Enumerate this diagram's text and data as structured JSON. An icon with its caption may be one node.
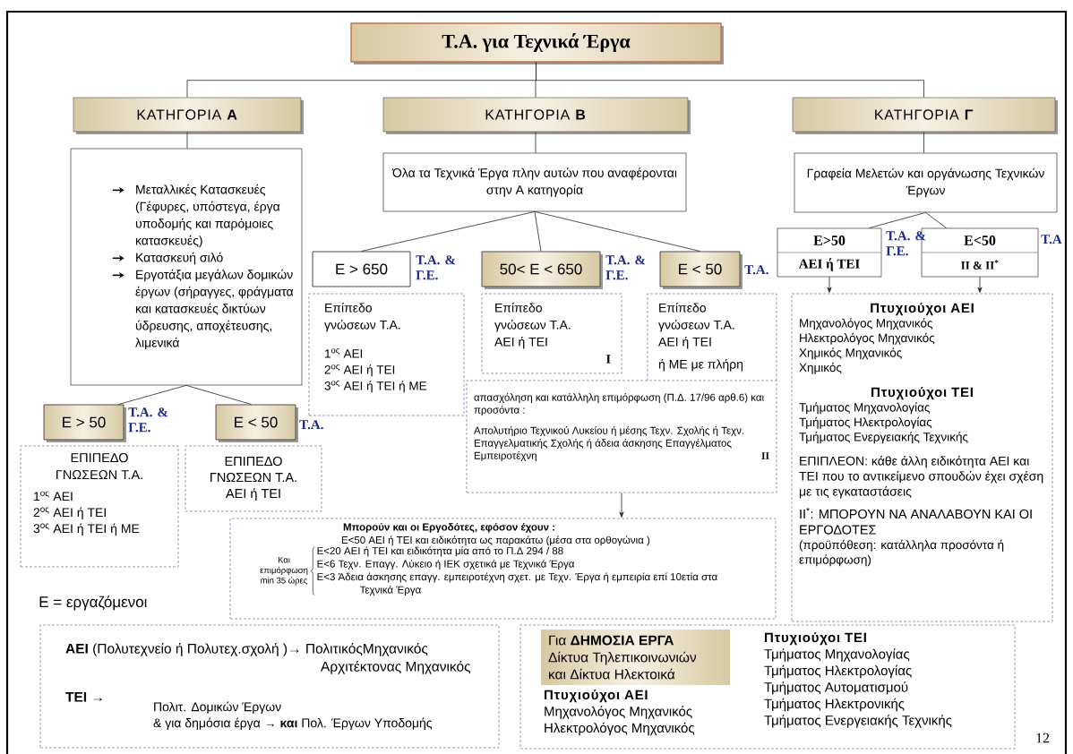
{
  "diagram": {
    "nodes": [
      {
        "text": [
          "Τ.Α. για Τεχνικά Έργα"
        ]
      },
      {
        "text": [
          "ΚΑΤΗΓΟΡΙΑ **Α**"
        ]
      },
      {
        "text": [
          "ΚΑΤΗΓΟΡΙΑ **Β**"
        ]
      },
      {
        "text": [
          "ΚΑΤΗΓΟΡΙΑ **Γ**"
        ]
      },
      {
        "text": [
          "Μεταλλικές Κατασκευές (Γέφυρες, υπόστεγα, έργα υποδομής και παρόμοιες κατασκευές)",
          "Κατασκευή σιλό",
          "Εργοτάξια μεγάλων δομικών έργων (σήραγγες, φράγματα και κατασκευές δικτύων ύδρευσης, αποχέτευσης, λιμενικά"
        ]
      },
      {
        "text": [
          "Όλα τα Τεχνικά Έργα πλην αυτών που αναφέρονται στην Α κατηγορία"
        ]
      },
      {
        "text": [
          "Γραφεία Μελετών και οργάνωσης Τεχνικών Έργων"
        ]
      },
      {
        "text": [
          "Ε > 650"
        ],
        "beside": [
          "Τ.Α. & Γ.Ε."
        ]
      },
      {
        "text": [
          "50< Ε < 650"
        ],
        "beside": [
          "Τ.Α. & Γ.Ε."
        ]
      },
      {
        "text": [
          "Ε < 50"
        ],
        "beside": [
          "Τ.Α."
        ]
      },
      {
        "text": [
          "Επίπεδο γνώσεων Τ.Α.",
          "1$^{ος}$ ΑΕΙ",
          "2$^{ος}$ ΑΕΙ ή ΤΕΙ",
          "3$^{ος}$ ΑΕΙ ή ΤΕΙ ή ΜΕ"
        ]
      },
      {
        "text": [
          "Επίπεδο γνώσεων Τ.Α. ΑΕΙ ή ΤΕΙ",
          "Ι"
        ]
      },
      {
        "text": [
          "Επίπεδο γνώσεων Τ.Α. ΑΕΙ ή ΤΕΙ",
          "ή ΜΕ με πλήρη"
        ]
      },
      {
        "text": [
          "απασχόληση και κατάλληλη επιμόρφωση (Π.Δ. 17/96 αρθ.6) και προσόντα :",
          "Απολυτήριο Τεχνικού Λυκείου ή μέσης Τεχν. Σχολής ή Τεχν. Επαγγελματικής Σχολής ή άδεια άσκησης Επαγγέλματος Εμπειροτέχνη",
          "ΙΙ"
        ]
      },
      {
        "text": [
          "Μπορούν και οι Εργοδότες, εφόσον έχουν :",
          "Ε<50 ΑΕΙ ή ΤΕΙ και ειδικότητα ως παρακάτω (μέσα στα ορθογώνια )",
          "Και επιμόρφωση min 35 ώρες",
          "Ε<20 ΑΕΙ ή ΤΕΙ και ειδικότητα μία από το Π.Δ 294 / 88",
          "Ε<6 Τεχν. Επαγγ. Λύκειο ή ΙΕΚ σχετικά με Τεχνικά Έργα",
          "Ε<3 Άδεια άσκησης επαγγ. εμπειροτέχνη σχετ. με Τεχν. Έργα ή εμπειρία επί 10ετία στα Τεχνικά Έργα"
        ]
      },
      {
        "text": [
          "Ε > 50"
        ],
        "beside": [
          "Τ.Α. & Γ.Ε."
        ]
      },
      {
        "text": [
          "Ε < 50"
        ],
        "beside": [
          "Τ.Α."
        ]
      },
      {
        "text": [
          "ΕΠΙΠΕΔΟ ΓΝΩΣΕΩΝ Τ.Α.",
          "1$^{ος}$ ΑΕΙ",
          "2$^{ος}$ ΑΕΙ ή ΤΕΙ",
          "3$^{ος}$ ΑΕΙ ή ΤΕΙ ή ΜΕ"
        ]
      },
      {
        "text": [
          "ΕΠΙΠΕΔΟ ΓΝΩΣΕΩΝ Τ.Α. ΑΕΙ ή ΤΕΙ"
        ]
      },
      {
        "text": [
          "Ε>50",
          "ΑΕΙ ή ΤΕΙ"
        ],
        "beside": [
          "Τ.Α. & Γ.Ε."
        ]
      },
      {
        "text": [
          "Ε<50",
          "ΙΙ & ΙΙ$^{*}$"
        ],
        "beside": [
          "Τ.Α"
        ]
      },
      {
        "text": [
          "Πτυχιούχοι ΑΕΙ",
          "Μηχανολόγος Μηχανικός",
          "Ηλεκτρολόγος Μηχανικός",
          "Χημικός Μηχανικός",
          "Χημικός",
          "Πτυχιούχοι ΤΕΙ",
          "Τμήματος Μηχανολογίας",
          "Τμήματος Ηλεκτρολογίας",
          "Τμήματος Ενεργειακής Τεχνικής",
          "ΕΠΙΠΛΕΟΝ: κάθε άλλη ειδικότητα ΑΕΙ και ΤΕΙ που το αντικείμενο σπουδών έχει σχέση με τις εγκαταστάσεις",
          "ΙΙ$^{*}$: ΜΠΟΡΟΥΝ ΝΑ ΑΝΑΛΑΒΟΥΝ ΚΑΙ ΟΙ ΕΡΓΟΔΟΤΕΣ",
          "(προϋπόθεση: κατάλληλα προσόντα ή επιμόρφωση)"
        ]
      },
      {
        "text": [
          "**ΑΕΙ** (Πολυτεχνείο ή Πολυτεχ.σχολή )→ ΠολιτικόςΜηχανικός",
          "Αρχιτέκτονας Μηχανικός",
          "**ΤΕΙ** →",
          "Πολιτ. Δομικών Έργων",
          "& για δημόσια έργα → **και** Πολ. Έργων Υποδομής"
        ]
      },
      {
        "text": [
          "Πτυχιούχοι ΑΕΙ",
          "Μηχανολόγος Μηχανικός",
          "Ηλεκτρολόγος Μηχανικός",
          "Πτυχιούχοι ΤΕΙ",
          "Τμήματος Μηχανολογίας",
          "Τμήματος Ηλεκτρολογίας",
          "Τμήματος Αυτοματισμού",
          "Τμήματος Ηλεκτρονικής",
          "Τμήματος Ενεργειακής Τεχνικής"
        ]
      },
      {
        "text": [
          "Για **ΔΗΜΟΣΙΑ ΕΡΓΑ** Δίκτυα Τηλεπικοινωνιών και Δίκτυα Ηλεκτοικά"
        ],
        "in": 23
      }
    ],
    "edges": [
      {
        "from": 0,
        "to": 1,
        "arrow": "none"
      },
      {
        "from": 0,
        "to": 2,
        "arrow": "none"
      },
      {
        "from": 0,
        "to": 3,
        "arrow": "none"
      },
      {
        "from": 1,
        "to": 4,
        "arrow": "none"
      },
      {
        "from": 2,
        "to": 5,
        "arrow": "none"
      },
      {
        "from": 3,
        "to": 6,
        "arrow": "none"
      },
      {
        "from": 5,
        "to": 7,
        "arrow": "none"
      },
      {
        "from": 5,
        "to": 8,
        "arrow": "none"
      },
      {
        "from": 5,
        "to": 9,
        "arrow": "none"
      },
      {
        "from": 4,
        "to": 15,
        "arrow": "none"
      },
      {
        "from": 4,
        "to": 16,
        "arrow": "none"
      },
      {
        "from": 6,
        "to": 19,
        "arrow": "none"
      },
      {
        "from": 6,
        "to": 20,
        "arrow": "none"
      },
      {
        "from": 13,
        "to": 14,
        "arrow": "to"
      },
      {
        "from": 19,
        "to": 21,
        "arrow": "to"
      },
      {
        "from": 20,
        "to": 21,
        "arrow": "to"
      }
    ],
    "labels": [
      "Ε = εργαζόμενοι",
      "12"
    ]
  }
}
